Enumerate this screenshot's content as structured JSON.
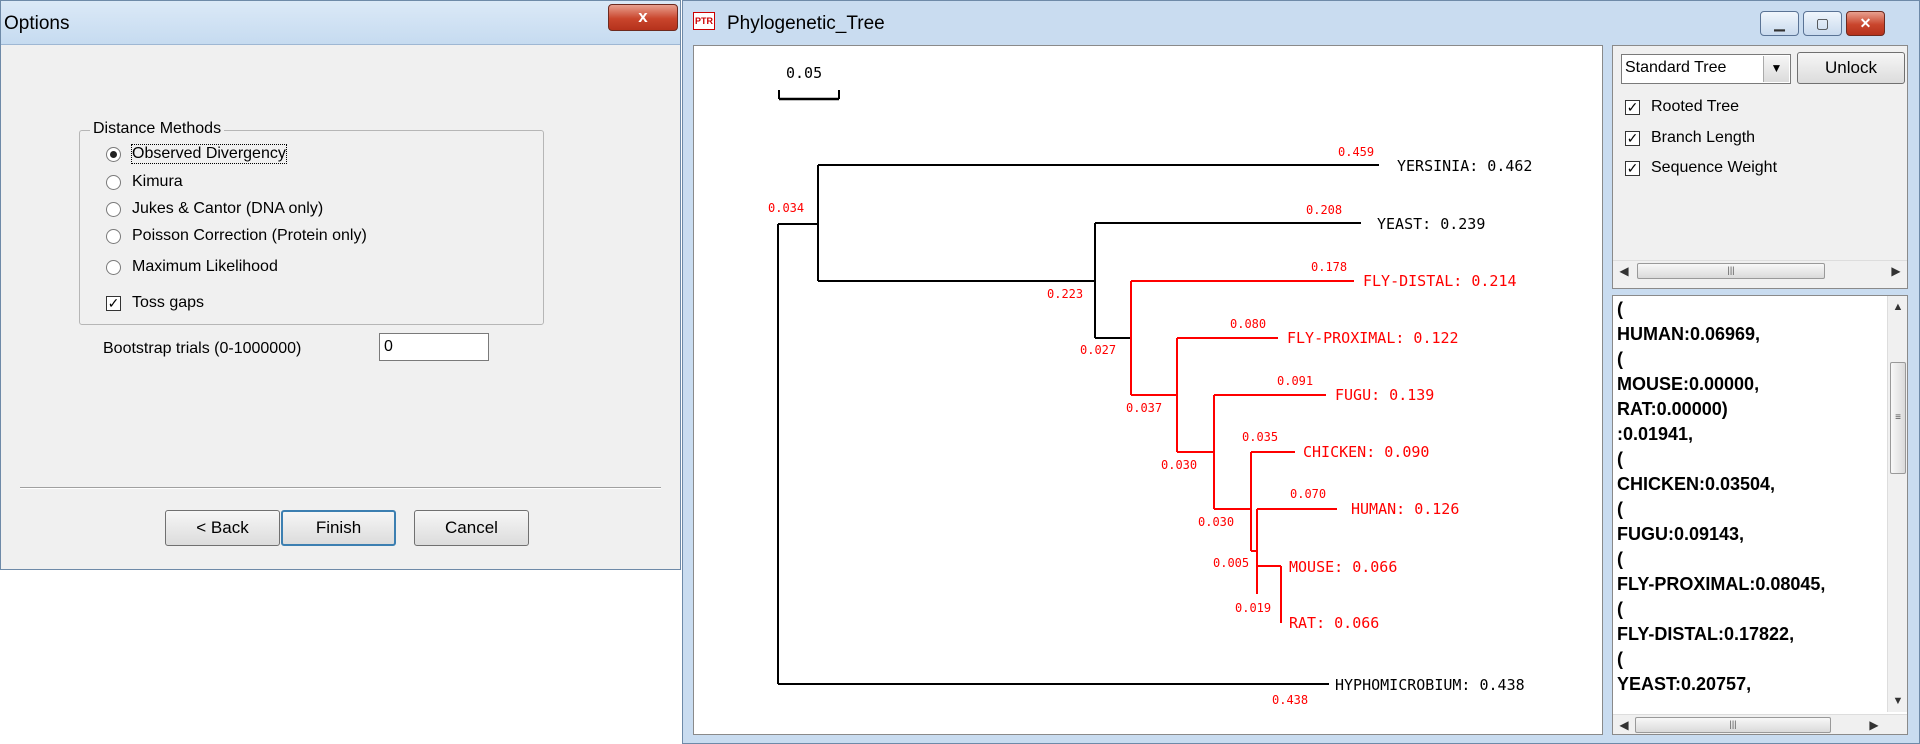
{
  "options_dialog": {
    "title": "Options",
    "close_label": "x",
    "group_title": "Distance Methods",
    "methods": [
      {
        "label": "Observed Divergency",
        "checked": true
      },
      {
        "label": "Kimura",
        "checked": false
      },
      {
        "label": "Jukes & Cantor (DNA only)",
        "checked": false
      },
      {
        "label": "Poisson Correction (Protein only)",
        "checked": false
      },
      {
        "label": "Maximum Likelihood",
        "checked": false
      }
    ],
    "toss_gaps": {
      "label": "Toss gaps",
      "checked": true
    },
    "bootstrap": {
      "label": "Bootstrap trials (0-1000000)",
      "value": "0"
    },
    "buttons": {
      "back": "< Back",
      "finish": "Finish",
      "cancel": "Cancel"
    }
  },
  "tree_window": {
    "title": "Phylogenetic_Tree",
    "icon_text": "PTR",
    "scale_label": "0.05",
    "leaves": {
      "yersinia": "YERSINIA: 0.462",
      "yeast": "YEAST: 0.239",
      "fly_distal": "FLY-DISTAL: 0.214",
      "fly_proximal": "FLY-PROXIMAL: 0.122",
      "fugu": "FUGU: 0.139",
      "chicken": "CHICKEN: 0.090",
      "human": "HUMAN: 0.126",
      "mouse": "MOUSE: 0.066",
      "rat": "RAT: 0.066",
      "hyphomicrobium": "HYPHOMICROBIUM: 0.438"
    },
    "branch_lengths": {
      "yersinia": "0.459",
      "clade_a": "0.034",
      "yeast": "0.208",
      "clade_b": "0.223",
      "fly_distal": "0.178",
      "clade_c": "0.027",
      "fly_proximal": "0.080",
      "clade_d": "0.037",
      "fugu": "0.091",
      "clade_e": "0.030",
      "chicken": "0.035",
      "clade_f": "0.030",
      "human": "0.070",
      "mouse": "0.005",
      "rat": "0.019",
      "hyphomicrobium": "0.438"
    },
    "colors": {
      "highlight": "#ff0000",
      "default": "#000000"
    },
    "controls": {
      "tree_type": "Standard Tree",
      "unlock_label": "Unlock",
      "rooted_tree": {
        "label": "Rooted Tree",
        "checked": true
      },
      "branch_length": {
        "label": "Branch Length",
        "checked": true
      },
      "sequence_weight": {
        "label": "Sequence Weight",
        "checked": true
      }
    },
    "newick_lines": [
      "(",
      "HUMAN:0.06969,",
      "(",
      "MOUSE:0.00000,",
      "RAT:0.00000)",
      ":0.01941,",
      "(",
      "CHICKEN:0.03504,",
      "(",
      "FUGU:0.09143,",
      "(",
      "FLY-PROXIMAL:0.08045,",
      "(",
      "FLY-DISTAL:0.17822,",
      "(",
      "YEAST:0.20757,"
    ]
  }
}
